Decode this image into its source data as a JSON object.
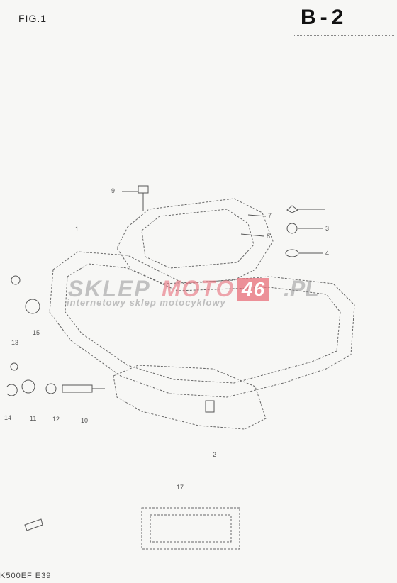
{
  "header": {
    "figure_label": "FIG.1",
    "section_code": "B-2"
  },
  "watermark": {
    "brand_part1": "SKLEP",
    "brand_part2": "MOTO",
    "brand_number": "46",
    "brand_suffix": ".PL",
    "tagline": "internetowy sklep motocyklowy"
  },
  "callouts": [
    "9",
    "1",
    "7",
    "8",
    "3",
    "4",
    "13",
    "15",
    "14",
    "11",
    "12",
    "10",
    "2",
    "17"
  ],
  "footer": {
    "model_code": "K500EF E39"
  },
  "colors": {
    "line": "#555555",
    "watermark_accent": "#e8707c"
  }
}
